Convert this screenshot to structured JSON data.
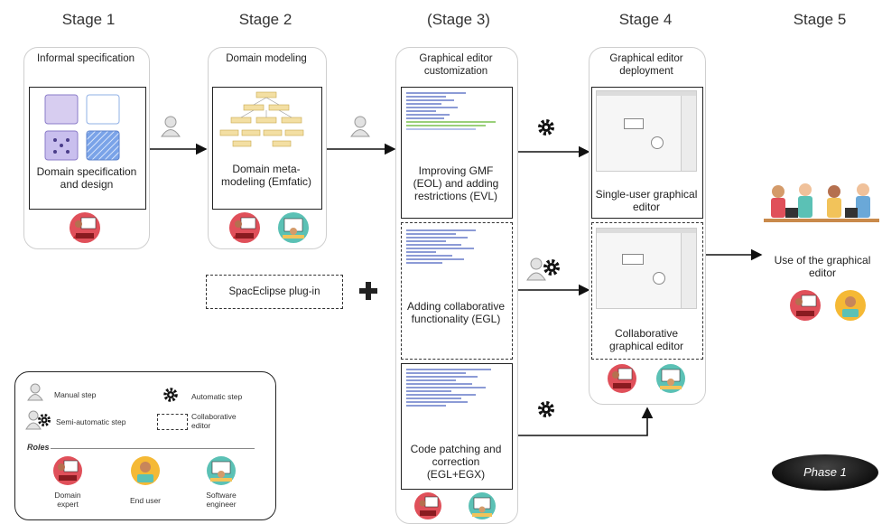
{
  "stages": [
    "Stage 1",
    "Stage 2",
    "(Stage 3)",
    "Stage 4",
    "Stage 5"
  ],
  "stage1": {
    "title": "Informal specification",
    "caption": "Domain specification and design"
  },
  "stage2": {
    "title": "Domain modeling",
    "caption": "Domain meta-modeling (Emfatic)"
  },
  "stage3": {
    "title": "Graphical editor customization",
    "box1": "Improving GMF (EOL) and adding restrictions (EVL)",
    "box2": "Adding collaborative functionality (EGL)",
    "box3": "Code patching and correction (EGL+EGX)"
  },
  "stage4": {
    "title": "Graphical editor deployment",
    "box1": "Single-user graphical editor",
    "box2": "Collaborative graphical editor"
  },
  "stage5": {
    "caption": "Use of the graphical editor"
  },
  "plugin": "SpacEclipse plug-in",
  "legend": {
    "manual": "Manual step",
    "automatic": "Automatic step",
    "semi": "Semi-automatic step",
    "collab": "Collaborative editor",
    "roles_title": "Roles",
    "roles": [
      "Domain expert",
      "End user",
      "Software engineer"
    ]
  },
  "phase": "Phase 1",
  "colors": {
    "expert": "#e0505a",
    "user": "#f5b935",
    "engineer": "#5bc1b5"
  }
}
